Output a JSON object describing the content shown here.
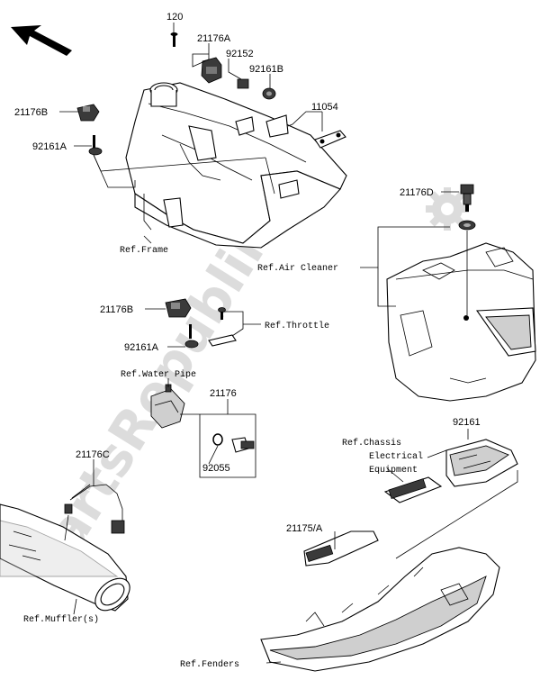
{
  "watermark": "PartsRepublik",
  "labels": {
    "p120": "120",
    "p21176A": "21176A",
    "p92152": "92152",
    "p92161B": "92161B",
    "p11054": "11054",
    "p21176B_top": "21176B",
    "p92161A_top": "92161A",
    "ref_frame": "Ref.Frame",
    "p21176D": "21176D",
    "ref_air_cleaner": "Ref.Air Cleaner",
    "p21176B_mid": "21176B",
    "p92161A_mid": "92161A",
    "ref_throttle": "Ref.Throttle",
    "ref_water_pipe": "Ref.Water Pipe",
    "p21176": "21176",
    "p92055": "92055",
    "ref_chassis_1": "Ref.Chassis",
    "ref_chassis_2": "Electrical",
    "ref_chassis_3": "Equipment",
    "p92161": "92161",
    "p21176C": "21176C",
    "p21175A": "21175/A",
    "ref_muffler": "Ref.Muffler(s)",
    "ref_fenders": "Ref.Fenders"
  },
  "icons": {
    "direction": "front-direction-arrow-icon",
    "gear": "gear-icon"
  }
}
